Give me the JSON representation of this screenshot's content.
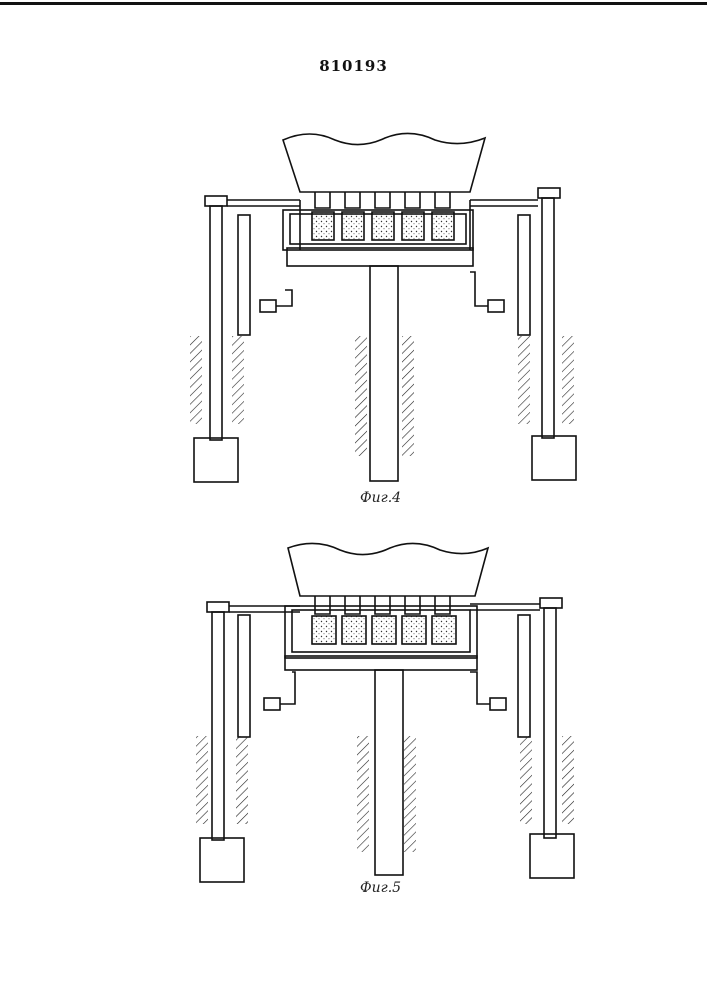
{
  "header": {
    "patent_number": "810193"
  },
  "figures": [
    {
      "caption": "Фиг.4"
    },
    {
      "caption": "Фиг.5"
    }
  ]
}
